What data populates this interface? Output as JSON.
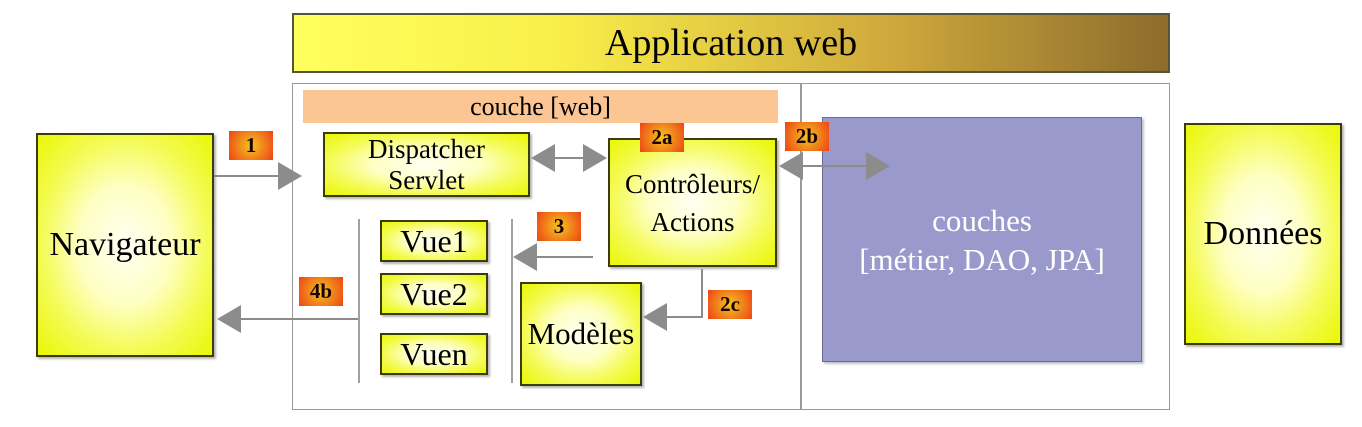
{
  "banner": {
    "title": "Application web"
  },
  "nodes": {
    "navigateur": {
      "label": "Navigateur"
    },
    "couche_web": {
      "label": "couche [web]"
    },
    "dispatcher": {
      "line1": "Dispatcher",
      "line2": "Servlet"
    },
    "controleurs": {
      "line1": "Contrôleurs/",
      "line2": "Actions"
    },
    "vues": {
      "vue1": "Vue1",
      "vue2": "Vue2",
      "vuen": "Vuen"
    },
    "modeles": {
      "label": "Modèles"
    },
    "couches_metier": {
      "line1": "couches",
      "line2": "[métier, DAO, JPA]"
    },
    "donnees": {
      "label": "Données"
    }
  },
  "badges": {
    "b1": "1",
    "b2a": "2a",
    "b2b": "2b",
    "b2c": "2c",
    "b3": "3",
    "b4b": "4b"
  },
  "colors": {
    "banner_gradient_start": "#ffff5e",
    "banner_gradient_end": "#8d6c2c",
    "node_yellow_edge": "#e9f704",
    "layer_bar_peach": "#fbc693",
    "business_box_purple": "#9a99cb",
    "badge_center": "#f4c51f",
    "badge_edge": "#ee4314",
    "arrow_gray": "#8c8c8c"
  }
}
